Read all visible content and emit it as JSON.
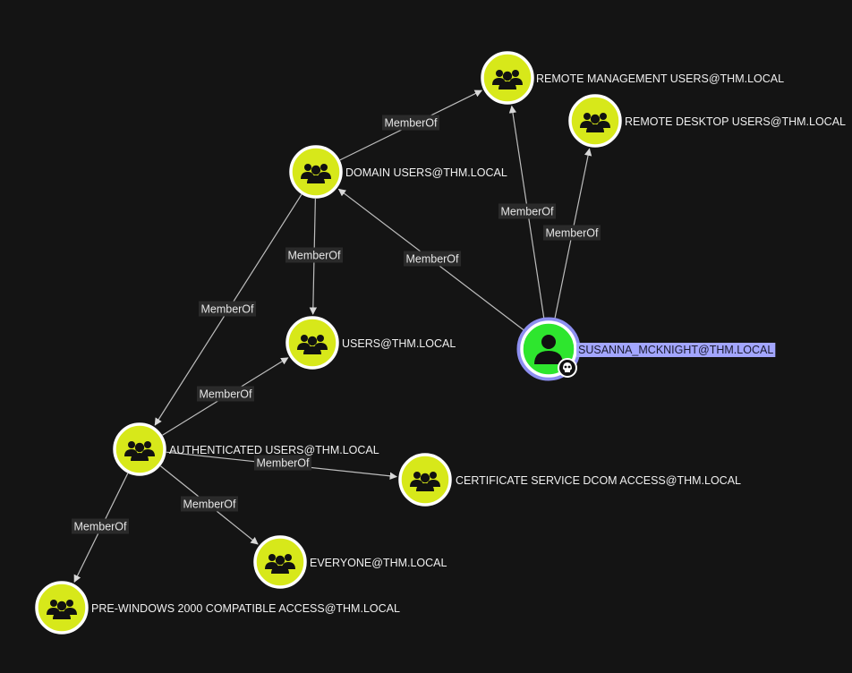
{
  "graph": {
    "nodes": [
      {
        "id": "rmu",
        "label": "REMOTE MANAGEMENT USERS@THM.LOCAL",
        "type": "group",
        "icon": "group-icon"
      },
      {
        "id": "rdu",
        "label": "REMOTE DESKTOP USERS@THM.LOCAL",
        "type": "group",
        "icon": "group-icon"
      },
      {
        "id": "du",
        "label": "DOMAIN USERS@THM.LOCAL",
        "type": "group",
        "icon": "group-icon"
      },
      {
        "id": "users",
        "label": "USERS@THM.LOCAL",
        "type": "group",
        "icon": "group-icon"
      },
      {
        "id": "susanna",
        "label": "SUSANNA_MCKNIGHT@THM.LOCAL",
        "type": "user",
        "icon": "user-icon",
        "selected": true,
        "badge": "skull-icon"
      },
      {
        "id": "auth",
        "label": "AUTHENTICATED USERS@THM.LOCAL",
        "type": "group",
        "icon": "group-icon"
      },
      {
        "id": "cert",
        "label": "CERTIFICATE SERVICE DCOM ACCESS@THM.LOCAL",
        "type": "group",
        "icon": "group-icon"
      },
      {
        "id": "everyone",
        "label": "EVERYONE@THM.LOCAL",
        "type": "group",
        "icon": "group-icon"
      },
      {
        "id": "prewin",
        "label": "PRE-WINDOWS 2000 COMPATIBLE ACCESS@THM.LOCAL",
        "type": "group",
        "icon": "group-icon"
      }
    ],
    "edges": [
      {
        "from": "du",
        "to": "rmu",
        "label": "MemberOf"
      },
      {
        "from": "susanna",
        "to": "rmu",
        "label": "MemberOf"
      },
      {
        "from": "susanna",
        "to": "rdu",
        "label": "MemberOf"
      },
      {
        "from": "susanna",
        "to": "du",
        "label": "MemberOf"
      },
      {
        "from": "du",
        "to": "users",
        "label": "MemberOf"
      },
      {
        "from": "du",
        "to": "auth",
        "label": "MemberOf"
      },
      {
        "from": "auth",
        "to": "users",
        "label": "MemberOf"
      },
      {
        "from": "auth",
        "to": "cert",
        "label": "MemberOf"
      },
      {
        "from": "auth",
        "to": "everyone",
        "label": "MemberOf"
      },
      {
        "from": "auth",
        "to": "prewin",
        "label": "MemberOf"
      }
    ]
  },
  "colors": {
    "background": "#141414",
    "group_fill": "#d7e81a",
    "user_fill": "#2ee62e",
    "node_border": "#ffffff",
    "selected_ring": "#8d8ff0",
    "selected_label_bg": "#a3a6ff",
    "edge": "#bdbdbd",
    "edge_label_bg": "#2a2a2a"
  }
}
